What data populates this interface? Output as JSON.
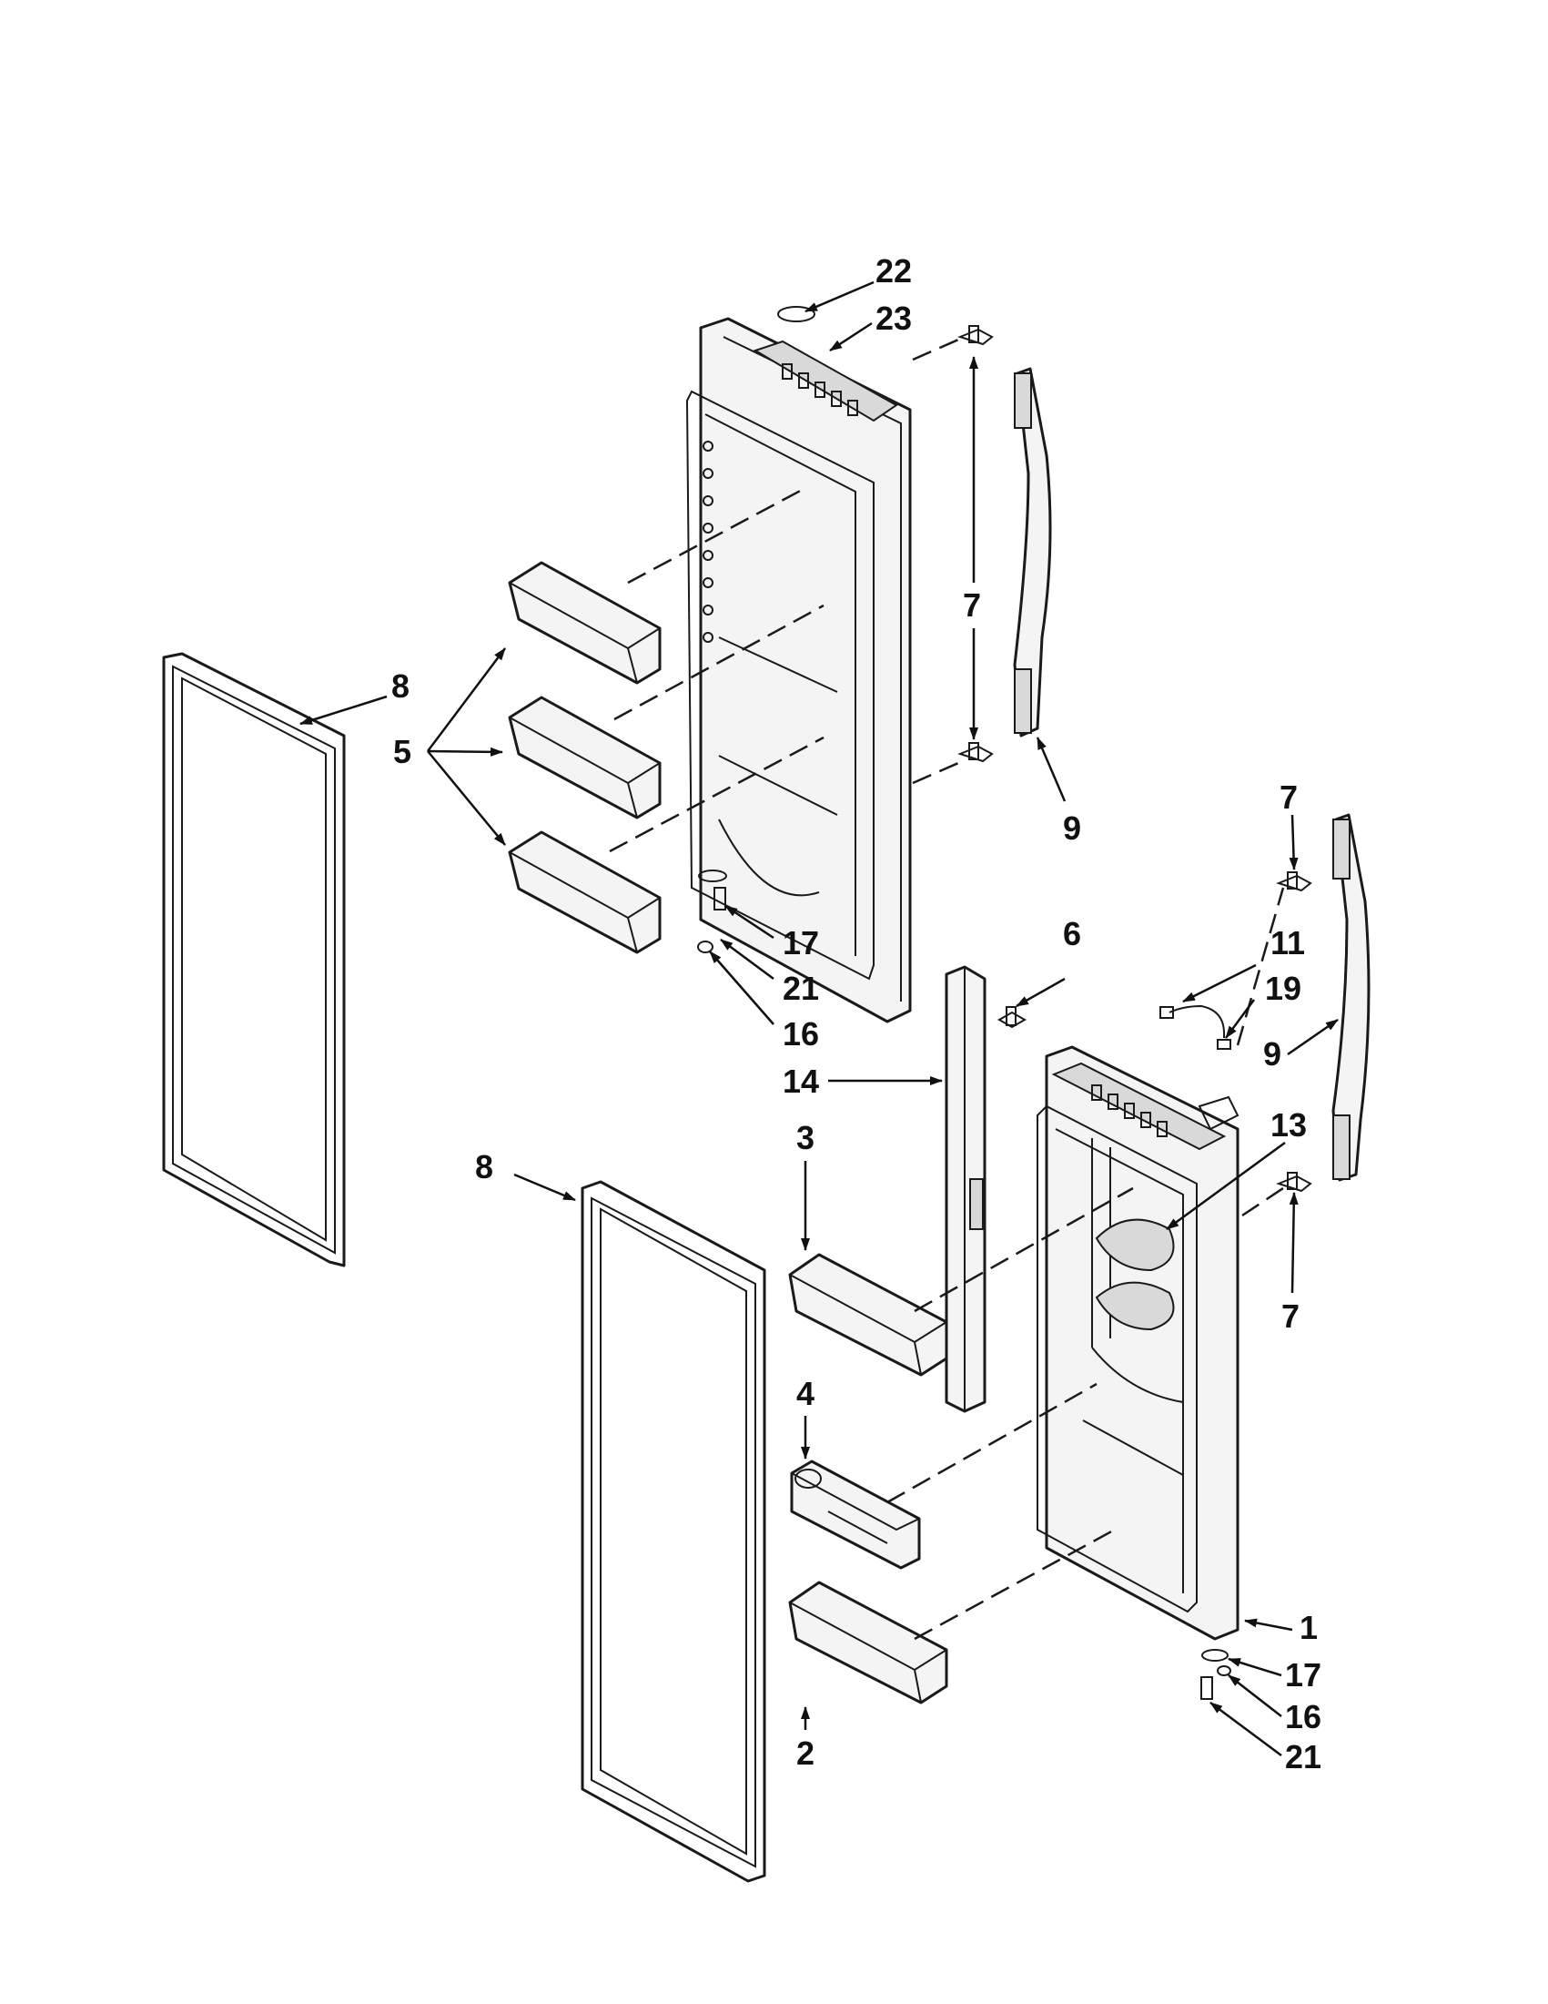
{
  "callouts": [
    {
      "id": "c22",
      "label": "22"
    },
    {
      "id": "c23",
      "label": "23"
    },
    {
      "id": "c8a",
      "label": "8"
    },
    {
      "id": "c5",
      "label": "5"
    },
    {
      "id": "c7a",
      "label": "7"
    },
    {
      "id": "c9a",
      "label": "9"
    },
    {
      "id": "c17a",
      "label": "17"
    },
    {
      "id": "c21a",
      "label": "21"
    },
    {
      "id": "c16a",
      "label": "16"
    },
    {
      "id": "c7b",
      "label": "7"
    },
    {
      "id": "c6",
      "label": "6"
    },
    {
      "id": "c11",
      "label": "11"
    },
    {
      "id": "c19",
      "label": "19"
    },
    {
      "id": "c9b",
      "label": "9"
    },
    {
      "id": "c14",
      "label": "14"
    },
    {
      "id": "c13",
      "label": "13"
    },
    {
      "id": "c3",
      "label": "3"
    },
    {
      "id": "c8b",
      "label": "8"
    },
    {
      "id": "c7c",
      "label": "7"
    },
    {
      "id": "c4",
      "label": "4"
    },
    {
      "id": "c1",
      "label": "1"
    },
    {
      "id": "c17b",
      "label": "17"
    },
    {
      "id": "c16b",
      "label": "16"
    },
    {
      "id": "c21b",
      "label": "21"
    },
    {
      "id": "c2",
      "label": "2"
    }
  ],
  "colors": {
    "line": "#1a1a1a",
    "background": "#ffffff"
  }
}
